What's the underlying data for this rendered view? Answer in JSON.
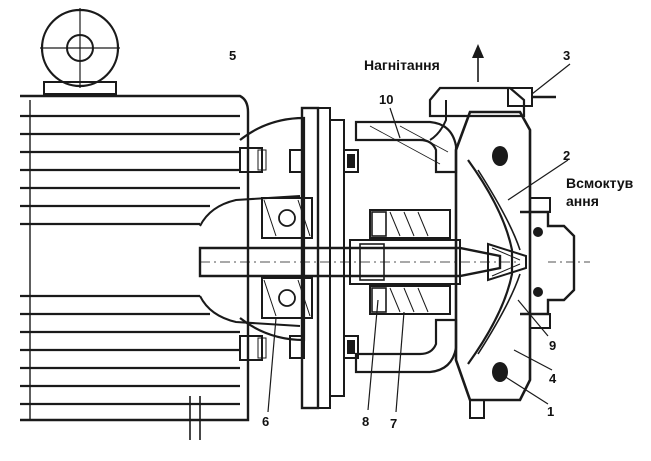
{
  "labels": {
    "discharge": "Нагнітання",
    "suction_line1": "Всмоктув",
    "suction_line2": "ання"
  },
  "callouts": [
    "1",
    "2",
    "3",
    "4",
    "5",
    "6",
    "7",
    "8",
    "9",
    "10"
  ]
}
